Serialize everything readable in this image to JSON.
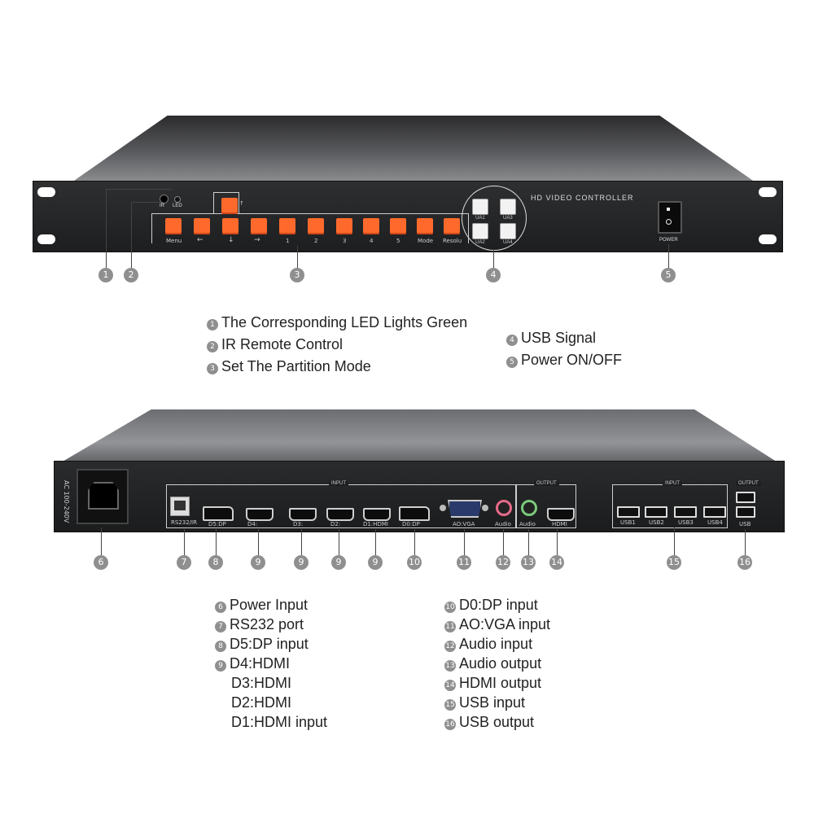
{
  "front_panel": {
    "title": "HD VIDEO CONTROLLER",
    "ir_label": "IR",
    "led_label": "LED",
    "power_label": "POWER",
    "buttons": [
      {
        "label": "Menu"
      },
      {
        "label": "←"
      },
      {
        "label": "↓"
      },
      {
        "label": "→"
      },
      {
        "label": "1"
      },
      {
        "label": "2"
      },
      {
        "label": "3"
      },
      {
        "label": "4"
      },
      {
        "label": "5"
      },
      {
        "label": "Mode"
      },
      {
        "label": "Resolu"
      }
    ],
    "up_button_label": "↑",
    "usb_keys": [
      "UA1",
      "UA3",
      "UA2",
      "UA4"
    ],
    "button_color": "#ff6a2c"
  },
  "front_callouts": [
    "1",
    "2",
    "3",
    "4",
    "5"
  ],
  "front_legend": {
    "left": [
      {
        "num": "1",
        "text": "The Corresponding LED Lights Green"
      },
      {
        "num": "2",
        "text": "IR Remote Control"
      },
      {
        "num": "3",
        "text": "Set The Partition Mode"
      }
    ],
    "right": [
      {
        "num": "4",
        "text": "USB Signal"
      },
      {
        "num": "5",
        "text": "Power ON/OFF"
      }
    ]
  },
  "rear_panel": {
    "ac_label": "AC 100-240V",
    "input_group": "INPUT",
    "output_group": "OUTPUT",
    "usb_input_group": "INPUT",
    "usb_output_group": "OUTPUT",
    "ports": {
      "rs232": "RS232/IR",
      "d5": "D5:DP",
      "d4": "D4:",
      "d3": "D3:",
      "d2": "D2:",
      "d1": "D1:HDMI",
      "d0": "D0:DP",
      "vga": "AO:VGA",
      "audio_in": "Audio",
      "audio_out": "Audio",
      "hdmi_out": "HDMI",
      "usb1": "USB1",
      "usb2": "USB2",
      "usb3": "USB3",
      "usb4": "USB4",
      "usb_out": "USB"
    }
  },
  "rear_callouts": [
    "6",
    "7",
    "8",
    "9",
    "9",
    "9",
    "9",
    "10",
    "11",
    "12",
    "13",
    "14",
    "15",
    "16"
  ],
  "rear_legend": {
    "left": [
      {
        "num": "6",
        "text": "Power Input"
      },
      {
        "num": "7",
        "text": "RS232 port"
      },
      {
        "num": "8",
        "text": "D5:DP input"
      },
      {
        "num": "9",
        "text": "D4:HDMI"
      },
      {
        "num": "",
        "text": "D3:HDMI"
      },
      {
        "num": "",
        "text": "D2:HDMI"
      },
      {
        "num": "",
        "text": "D1:HDMI input"
      }
    ],
    "right": [
      {
        "num": "10",
        "text": "D0:DP input"
      },
      {
        "num": "11",
        "text": "AO:VGA input"
      },
      {
        "num": "12",
        "text": "Audio input"
      },
      {
        "num": "13",
        "text": "Audio output"
      },
      {
        "num": "14",
        "text": "HDMI output"
      },
      {
        "num": "15",
        "text": "USB input"
      },
      {
        "num": "16",
        "text": "USB output"
      }
    ]
  }
}
